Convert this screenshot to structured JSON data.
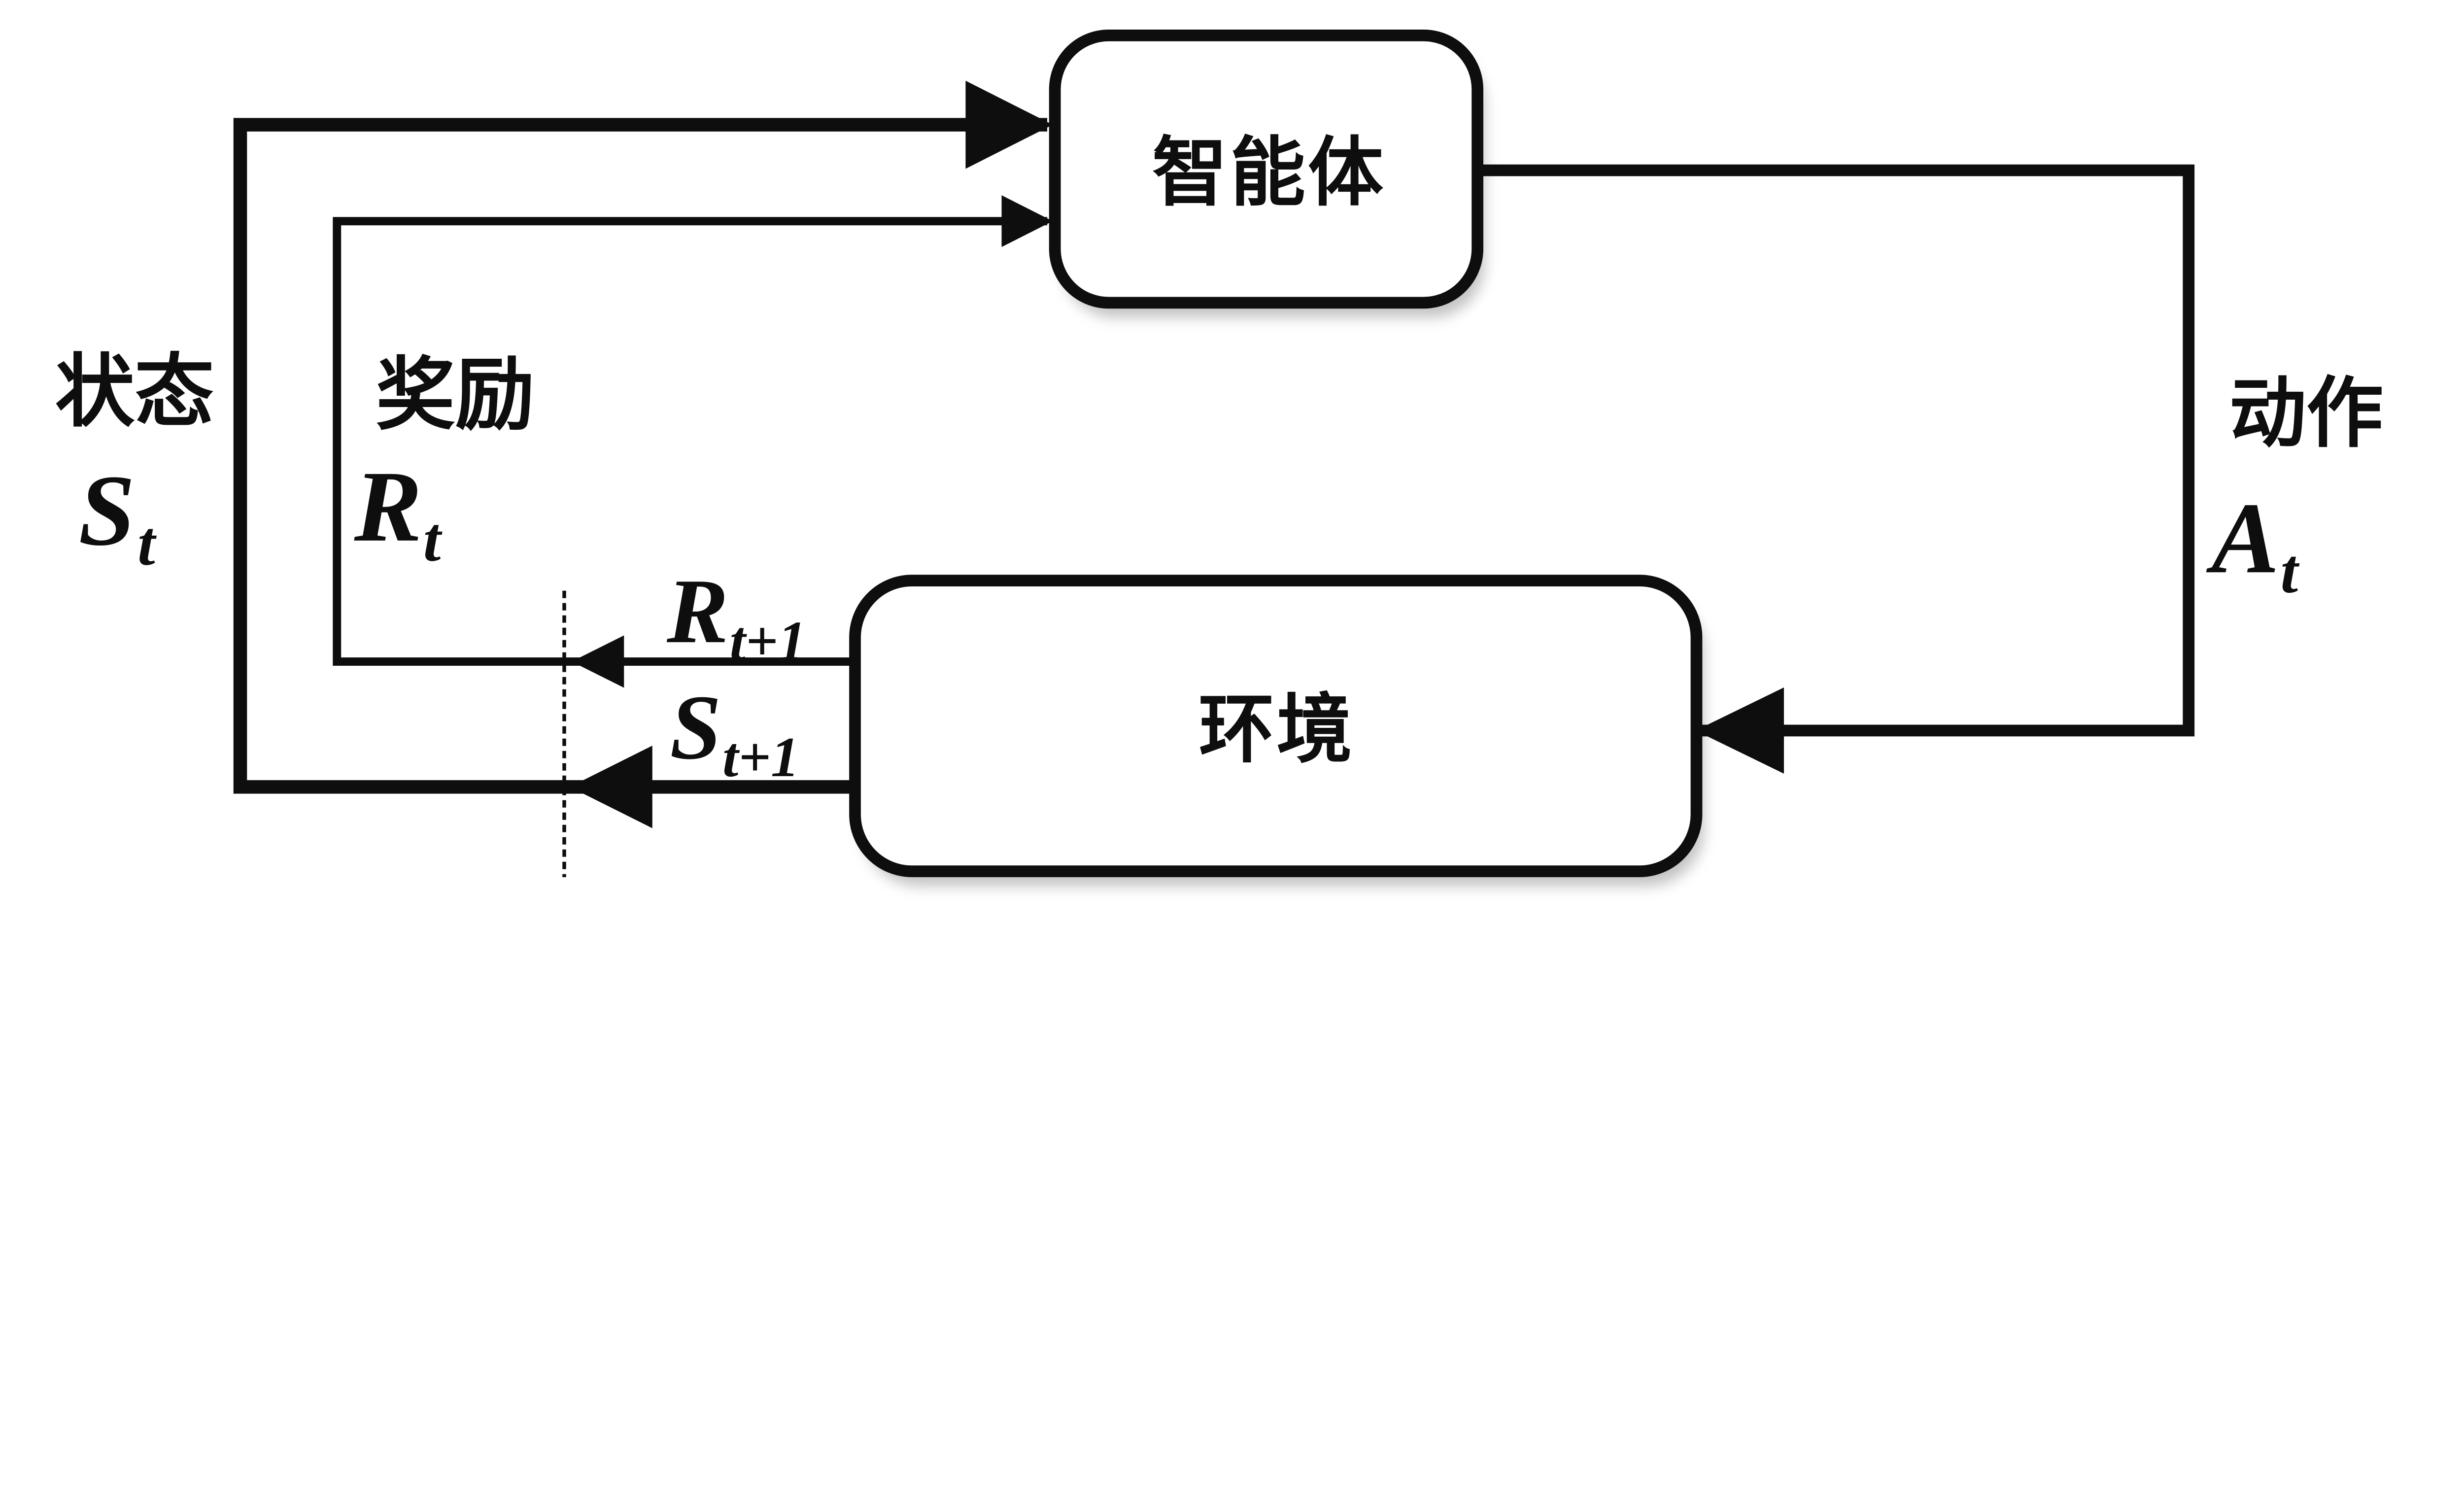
{
  "figure": {
    "background": "#ffffff",
    "ink_color": "#0e0e0e",
    "shadow_color": "#8f8f8f"
  },
  "boxes": {
    "agent": {
      "label": "智能体"
    },
    "environment": {
      "label": "环境"
    }
  },
  "labels": {
    "state": {
      "cn": "状态",
      "base": "S",
      "sub": "t"
    },
    "reward": {
      "cn": "奖励",
      "base": "R",
      "sub": "t"
    },
    "action": {
      "cn": "动作",
      "base": "A",
      "sub": "t"
    },
    "next_reward": {
      "base": "R",
      "sub": "t+1"
    },
    "next_state": {
      "base": "S",
      "sub": "t+1"
    }
  }
}
